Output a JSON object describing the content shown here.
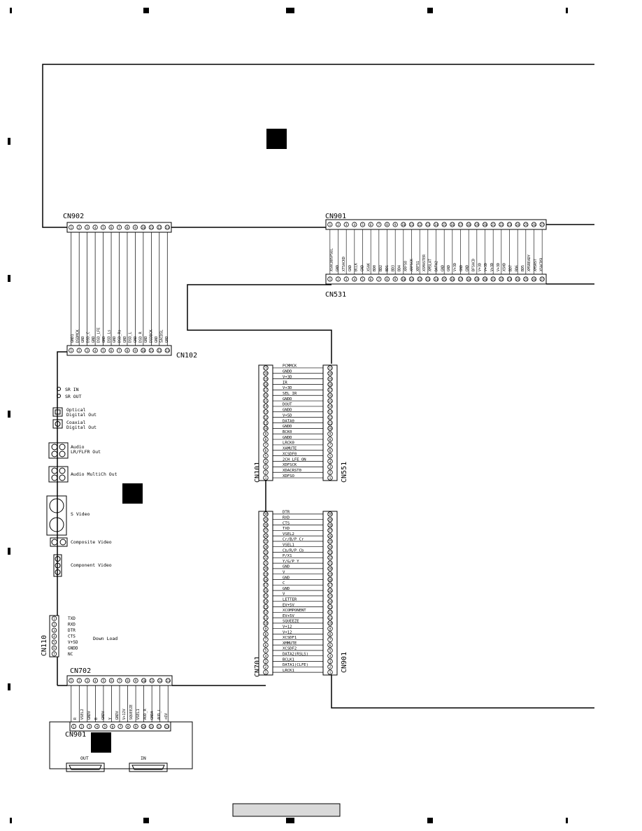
{
  "connectors": {
    "cn902_top": "CN902",
    "cn901_top": "CN901",
    "cn531": "CN531",
    "cn102": "CN102",
    "cn101": "CN101",
    "cn551": "CN551",
    "cn701": "CN701",
    "cn901_right": "CN901",
    "cn110": "CN110",
    "cn702": "CN702",
    "cn901_bottom": "CN901"
  },
  "cn102_signals": [
    "GND1",
    "DSDMCK",
    "GND",
    "DSD_C",
    "GND",
    "DSD_LFE",
    "GND",
    "DSD_Ls",
    "GND",
    "DSD_Rs",
    "GND",
    "DSD_L",
    "GND",
    "DSD_R",
    "GND",
    "DSDBCK",
    "GND",
    "SACDSL",
    "GND"
  ],
  "cn531_signals": [
    "XSACDDSPSEL",
    "GND",
    "XTSACKD",
    "GND",
    "BCLK",
    "GND",
    "XSAK",
    "BD0",
    "BD2",
    "BD1",
    "BD3",
    "BD4",
    "XRFSO",
    "XRFSCK",
    "XRFS1",
    "XSMASTER",
    "XMSLAT",
    "DATA2",
    "GND",
    "GND",
    "V+3D",
    "GND",
    "GND",
    "BFSACD",
    "V+3D",
    "V+3D",
    "V+3D",
    "V+3D",
    "XSHD",
    "BD7",
    "BD6",
    "BD5",
    "XMSREADY",
    "XMSRST",
    "XSACDSL"
  ],
  "cn101_signals": [
    "PCMMCK",
    "GNDD",
    "V+3D",
    "IR",
    "V+3D",
    "SEL_IR",
    "GNDD",
    "DOUT",
    "GNDD",
    "V+5D",
    "DATA0",
    "GNDD",
    "BCK0",
    "GNDD",
    "LRCK0",
    "XAMUTE",
    "XCSDF0",
    "2CH_LFE_ON",
    "XDFSCK",
    "XDACRST0",
    "XDFSO"
  ],
  "cn101_pins": [
    "21",
    "20",
    "19",
    "18",
    "17",
    "16",
    "15",
    "14",
    "13",
    "12",
    "11",
    "10",
    "9",
    "8",
    "7",
    "6",
    "5",
    "4",
    "3",
    "2",
    "1"
  ],
  "cn701_signals": [
    "DTR",
    "RXD",
    "CTS",
    "TXD",
    "VSEL2",
    "Cr/B/P_Cr",
    "VSEL1",
    "Cb/R/P_Cb",
    "P/X1",
    "Y/G/P_Y",
    "GND",
    "V",
    "GND",
    "C",
    "GND",
    "V",
    "LETTER",
    "EV+5V",
    "XCOMPONENT",
    "EV+5V",
    "SQUEEZE",
    "V+12",
    "V+12",
    "XCSDF1",
    "XMMUTE",
    "XCSDF2",
    "DATA2(RSLS)",
    "BCLK1",
    "DATA1(CLFE)",
    "LRCK1"
  ],
  "cn701_pins": [
    "30",
    "29",
    "28",
    "27",
    "26",
    "25",
    "24",
    "23",
    "22",
    "21",
    "20",
    "19",
    "18",
    "17",
    "16",
    "15",
    "14",
    "13",
    "12",
    "11",
    "10",
    "9",
    "8",
    "7",
    "6",
    "5",
    "4",
    "3",
    "2",
    "1"
  ],
  "jacks": {
    "sr_in": "SR IN",
    "sr_out": "SR OUT",
    "optical_1": "Optical",
    "optical_2": "Digital Out",
    "coaxial_1": "Coaxial",
    "coaxial_2": "Digital Out",
    "audio_1": "Audio",
    "audio_2": "LR/FLFR Out",
    "multich": "Audio MultiCh Out",
    "svideo": "S Video",
    "composite": "Composite Video",
    "component": "Component Video"
  },
  "cn110_signals": [
    "TXD",
    "RXD",
    "DTR",
    "CTS",
    "V+5D",
    "GNDD",
    "NC"
  ],
  "download": "Down Load",
  "cn702_signals": [
    "R",
    "VSEL2",
    "GNDV",
    "B",
    "GNDV",
    "Y",
    "GNDV",
    "V+12V",
    "SQUEEZE",
    "VSEL1",
    "AUD_R",
    "GNDA",
    "AUD_L",
    "+6V"
  ],
  "scart": {
    "out": "OUT",
    "in": "IN"
  },
  "colors": {
    "line": "#000000",
    "footer": "#d9d9d9"
  }
}
